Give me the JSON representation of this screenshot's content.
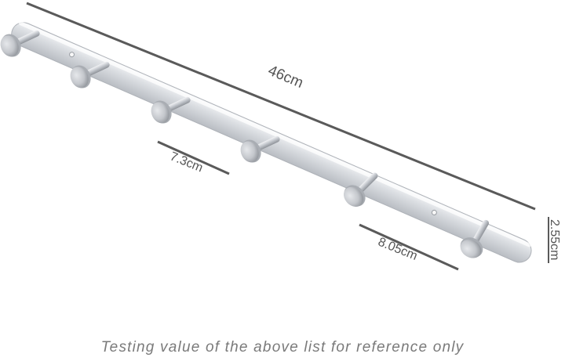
{
  "product": {
    "name": "Wall-mounted coat hook rail",
    "hook_count": 6,
    "colors": {
      "metal_light": "#eef0f3",
      "metal_mid": "#c9ccd1",
      "metal_dark": "#9ea2a8",
      "dimension_line": "#5a5a5a",
      "caption": "#7a7a7a"
    }
  },
  "dimensions": {
    "length": "46cm",
    "hook_spacing_a": "7.3cm",
    "hook_spacing_b": "8.05cm",
    "height": "2.55cm"
  },
  "caption": "Testing value of the above list for reference only"
}
